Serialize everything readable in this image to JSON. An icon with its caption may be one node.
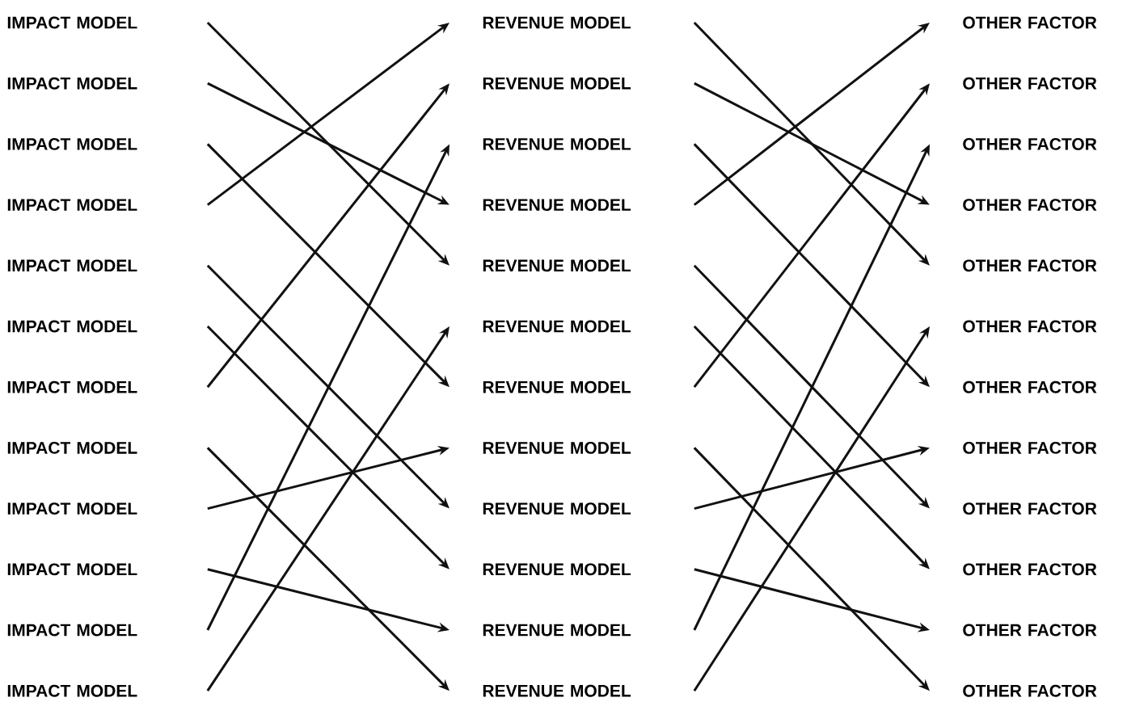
{
  "diagram": {
    "nodes": [
      {
        "text": [
          "IMPACT MODEL"
        ]
      },
      {
        "text": [
          "IMPACT MODEL"
        ]
      },
      {
        "text": [
          "IMPACT MODEL"
        ]
      },
      {
        "text": [
          "IMPACT MODEL"
        ]
      },
      {
        "text": [
          "IMPACT MODEL"
        ]
      },
      {
        "text": [
          "IMPACT MODEL"
        ]
      },
      {
        "text": [
          "IMPACT MODEL"
        ]
      },
      {
        "text": [
          "IMPACT MODEL"
        ]
      },
      {
        "text": [
          "IMPACT MODEL"
        ]
      },
      {
        "text": [
          "IMPACT MODEL"
        ]
      },
      {
        "text": [
          "IMPACT MODEL"
        ]
      },
      {
        "text": [
          "IMPACT MODEL"
        ]
      },
      {
        "text": [
          "REVENUE MODEL"
        ]
      },
      {
        "text": [
          "REVENUE MODEL"
        ]
      },
      {
        "text": [
          "REVENUE MODEL"
        ]
      },
      {
        "text": [
          "REVENUE MODEL"
        ]
      },
      {
        "text": [
          "REVENUE MODEL"
        ]
      },
      {
        "text": [
          "REVENUE MODEL"
        ]
      },
      {
        "text": [
          "REVENUE MODEL"
        ]
      },
      {
        "text": [
          "REVENUE MODEL"
        ]
      },
      {
        "text": [
          "REVENUE MODEL"
        ]
      },
      {
        "text": [
          "REVENUE MODEL"
        ]
      },
      {
        "text": [
          "REVENUE MODEL"
        ]
      },
      {
        "text": [
          "REVENUE MODEL"
        ]
      },
      {
        "text": [
          "OTHER FACTOR"
        ]
      },
      {
        "text": [
          "OTHER FACTOR"
        ]
      },
      {
        "text": [
          "OTHER FACTOR"
        ]
      },
      {
        "text": [
          "OTHER FACTOR"
        ]
      },
      {
        "text": [
          "OTHER FACTOR"
        ]
      },
      {
        "text": [
          "OTHER FACTOR"
        ]
      },
      {
        "text": [
          "OTHER FACTOR"
        ]
      },
      {
        "text": [
          "OTHER FACTOR"
        ]
      },
      {
        "text": [
          "OTHER FACTOR"
        ]
      },
      {
        "text": [
          "OTHER FACTOR"
        ]
      },
      {
        "text": [
          "OTHER FACTOR"
        ]
      },
      {
        "text": [
          "OTHER FACTOR"
        ]
      }
    ],
    "edges": [
      {
        "from": 0,
        "to": 16,
        "arrow": "to"
      },
      {
        "from": 1,
        "to": 15,
        "arrow": "to"
      },
      {
        "from": 2,
        "to": 18,
        "arrow": "to"
      },
      {
        "from": 3,
        "to": 12,
        "arrow": "to"
      },
      {
        "from": 4,
        "to": 20,
        "arrow": "to"
      },
      {
        "from": 5,
        "to": 21,
        "arrow": "to"
      },
      {
        "from": 6,
        "to": 13,
        "arrow": "to"
      },
      {
        "from": 7,
        "to": 23,
        "arrow": "to"
      },
      {
        "from": 8,
        "to": 19,
        "arrow": "to"
      },
      {
        "from": 9,
        "to": 22,
        "arrow": "to"
      },
      {
        "from": 10,
        "to": 14,
        "arrow": "to"
      },
      {
        "from": 11,
        "to": 17,
        "arrow": "to"
      },
      {
        "from": 12,
        "to": 28,
        "arrow": "to"
      },
      {
        "from": 13,
        "to": 27,
        "arrow": "to"
      },
      {
        "from": 14,
        "to": 30,
        "arrow": "to"
      },
      {
        "from": 15,
        "to": 24,
        "arrow": "to"
      },
      {
        "from": 16,
        "to": 32,
        "arrow": "to"
      },
      {
        "from": 17,
        "to": 33,
        "arrow": "to"
      },
      {
        "from": 18,
        "to": 25,
        "arrow": "to"
      },
      {
        "from": 19,
        "to": 35,
        "arrow": "to"
      },
      {
        "from": 20,
        "to": 31,
        "arrow": "to"
      },
      {
        "from": 21,
        "to": 34,
        "arrow": "to"
      },
      {
        "from": 22,
        "to": 26,
        "arrow": "to"
      },
      {
        "from": 23,
        "to": 29,
        "arrow": "to"
      }
    ]
  }
}
